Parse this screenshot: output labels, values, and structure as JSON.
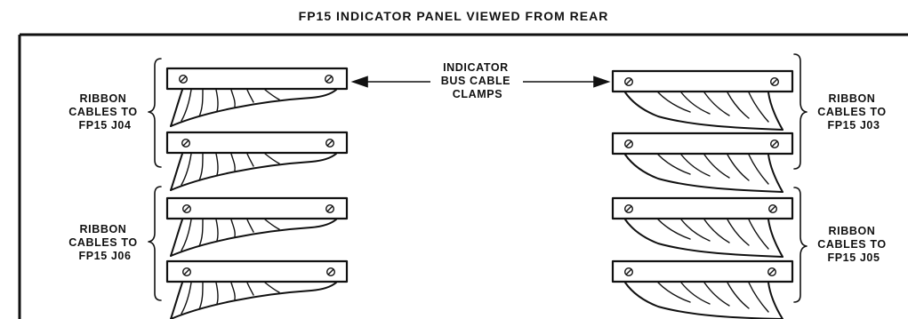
{
  "title": "FP15 INDICATOR PANEL VIEWED FROM REAR",
  "center_label": [
    "INDICATOR",
    "BUS CABLE",
    "CLAMPS"
  ],
  "groups": {
    "top_left": [
      "RIBBON",
      "CABLES TO",
      "FP15 J04"
    ],
    "top_right": [
      "RIBBON",
      "CABLES TO",
      "FP15  J03"
    ],
    "bottom_left": [
      "RIBBON",
      "CABLES TO",
      "FP15 J06"
    ],
    "bottom_right": [
      "RIBBON",
      "CABLES TO",
      "FP15  J05"
    ]
  }
}
